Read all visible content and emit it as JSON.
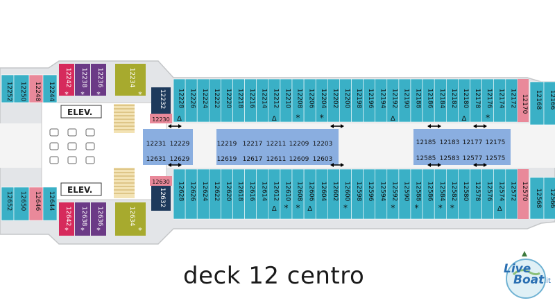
{
  "title": "deck 12 centro",
  "elevators": [
    "ELEV.",
    "ELEV."
  ],
  "logo": {
    "line1": "Live",
    "line2": "Boat",
    "suffix": ".it"
  },
  "colors": {
    "cabin_outside": "#3ab0c6",
    "cabin_inside": "#8aaee0",
    "suite_red": "#d62a5c",
    "suite_purple": "#6b3a86",
    "suite_olive": "#a7aa2e",
    "navy": "#1e3a5c",
    "pink": "#e9899a",
    "corridor": "#f4f4f4",
    "hull": "#e2e4e6"
  },
  "cabins": {
    "upper_outside": [
      "12228",
      "12226",
      "12224",
      "12222",
      "12220",
      "12218",
      "12216",
      "12214",
      "12212",
      "12210",
      "12208",
      "12206",
      "12204",
      "12202",
      "12200",
      "12198",
      "12196",
      "12194",
      "12192",
      "12190",
      "12188",
      "12186",
      "12184",
      "12182",
      "12180",
      "12178",
      "12176",
      "12174",
      "12172"
    ],
    "lower_outside": [
      "12628",
      "12626",
      "12624",
      "12622",
      "12620",
      "12618",
      "12616",
      "12614",
      "12612",
      "12610",
      "12608",
      "12606",
      "12604",
      "12602",
      "12600",
      "12598",
      "12596",
      "12594",
      "12592",
      "12590",
      "12588",
      "12586",
      "12584",
      "12582",
      "12580",
      "12578",
      "12576",
      "12574",
      "12572"
    ],
    "inside_left_top": [
      "12231",
      "12229",
      "12219",
      "12217",
      "12211",
      "12209",
      "12203"
    ],
    "inside_left_bottom": [
      "12631",
      "12629",
      "12619",
      "12617",
      "12611",
      "12609",
      "12603"
    ],
    "inside_right_top": [
      "12185",
      "12183",
      "12177",
      "12175"
    ],
    "inside_right_bottom": [
      "12585",
      "12583",
      "12577",
      "12575"
    ],
    "forward_upper_suites": [
      "12242",
      "12238",
      "12236",
      "12234"
    ],
    "forward_lower_suites": [
      "12642",
      "12638",
      "12636",
      "12634"
    ],
    "forward_upper_left": [
      "12252",
      "12250",
      "12248",
      "12244"
    ],
    "forward_lower_left": [
      "12652",
      "12650",
      "12646",
      "12644"
    ],
    "navy_upper": "12232",
    "navy_lower": "12632",
    "pink_upper": "12230",
    "pink_lower": "12630",
    "pink_end_upper": "12170",
    "pink_end_lower": "12570",
    "aft_upper": [
      "12168",
      "12166"
    ],
    "aft_lower": [
      "12568",
      "12566"
    ]
  },
  "symbols": {
    "star": "*",
    "triangle": "Δ"
  }
}
